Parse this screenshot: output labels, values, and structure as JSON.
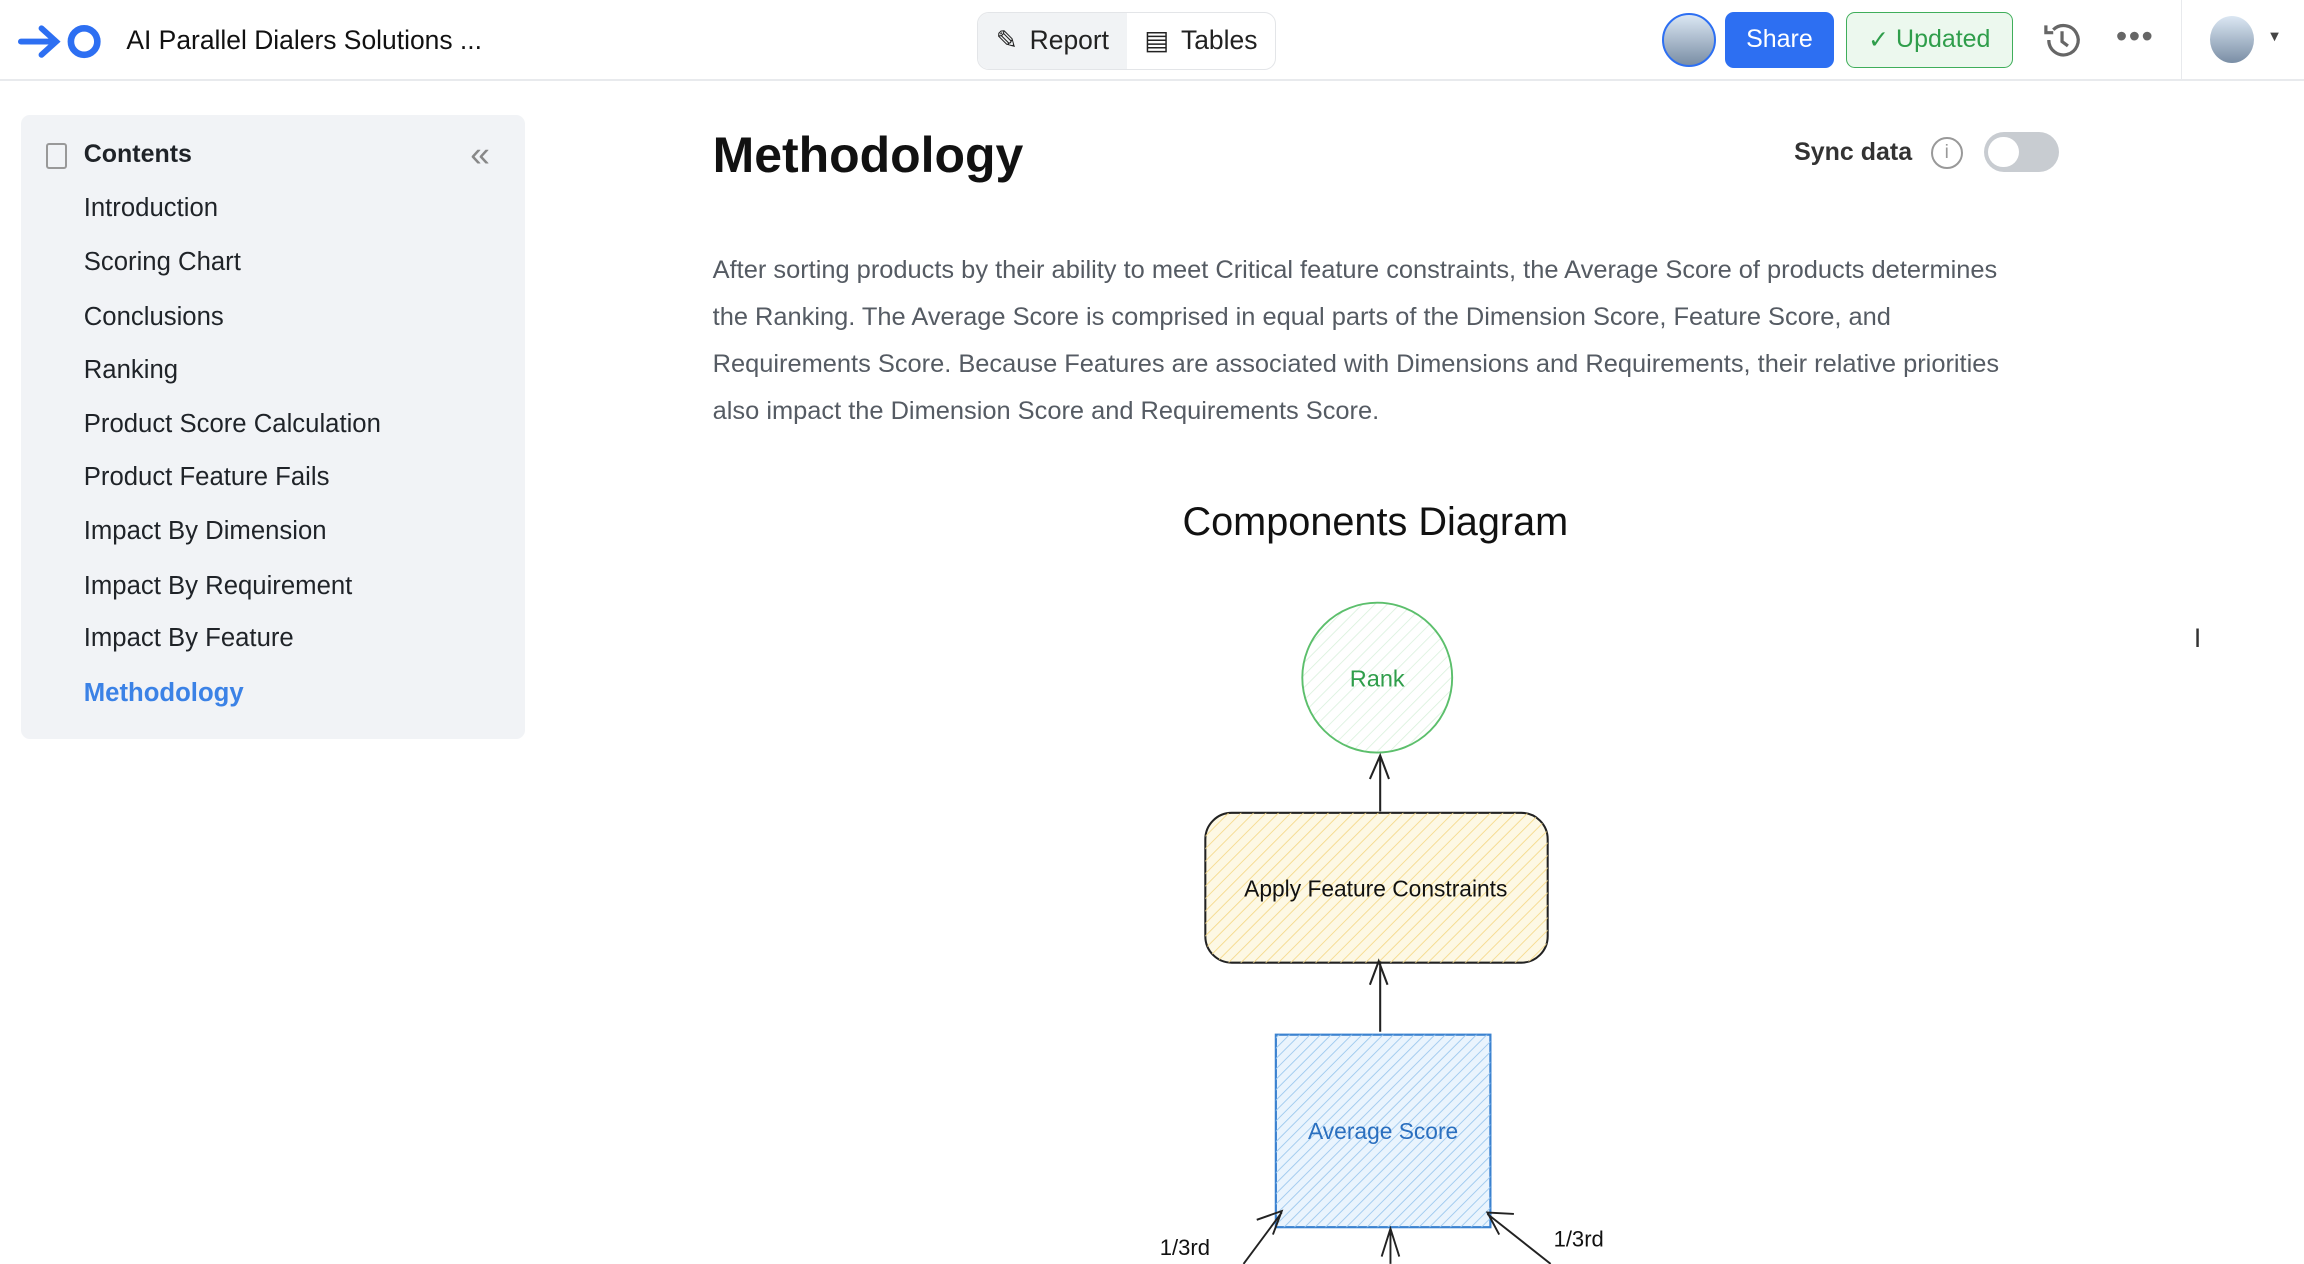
{
  "header": {
    "title": "AI Parallel Dialers Solutions ...",
    "tabs": [
      {
        "label": "Report"
      },
      {
        "label": "Tables"
      }
    ],
    "share_label": "Share",
    "updated_label": "Updated"
  },
  "sidebar": {
    "title": "Contents",
    "items": [
      {
        "label": "Introduction"
      },
      {
        "label": "Scoring Chart"
      },
      {
        "label": "Conclusions"
      },
      {
        "label": "Ranking"
      },
      {
        "label": "Product Score Calculation"
      },
      {
        "label": "Product Feature Fails"
      },
      {
        "label": "Impact By Dimension"
      },
      {
        "label": "Impact By Requirement"
      },
      {
        "label": "Impact By Feature"
      },
      {
        "label": "Methodology"
      }
    ],
    "active": "Methodology"
  },
  "main": {
    "title": "Methodology",
    "sync_label": "Sync data",
    "sync_on": false,
    "paragraph": "After sorting products by their ability to meet Critical feature constraints, the Average Score of products determines the Ranking. The Average Score is comprised in equal parts of the Dimension Score, Feature Score, and Requirements Score. Because Features are associated with Dimensions and Requirements, their relative priorities also impact the Dimension Score and Requirements Score.",
    "diagram": {
      "title": "Components Diagram",
      "rank": "Rank",
      "constraints": "Apply Feature Constraints",
      "average": "Average Score",
      "left_weight": "1/3rd",
      "right_weight": "1/3rd"
    }
  },
  "colors": {
    "accent": "#2d6ff2",
    "active_link": "#3b82e6",
    "updated": "#2f9e4b"
  }
}
